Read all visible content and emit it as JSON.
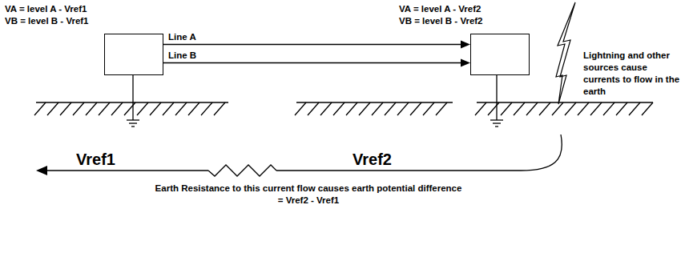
{
  "diagram": {
    "nodes": [
      {
        "text": [
          "VA = level A - Vref1",
          "VB = level B - Vref1"
        ]
      },
      {
        "text": [
          "VA = level A - Vref2",
          "VB = level B - Vref2"
        ]
      }
    ],
    "edges": [
      {
        "from": 0,
        "to": 1,
        "arrow": "to",
        "label": "Line A"
      },
      {
        "from": 0,
        "to": 1,
        "arrow": "to",
        "label": "Line B"
      }
    ],
    "labels": [
      "Lightning and other sources cause currents to flow in the earth",
      "Vref1",
      "Vref2",
      "Earth Resistance to this current flow causes earth potential difference = Vref2 - Vref1"
    ]
  }
}
